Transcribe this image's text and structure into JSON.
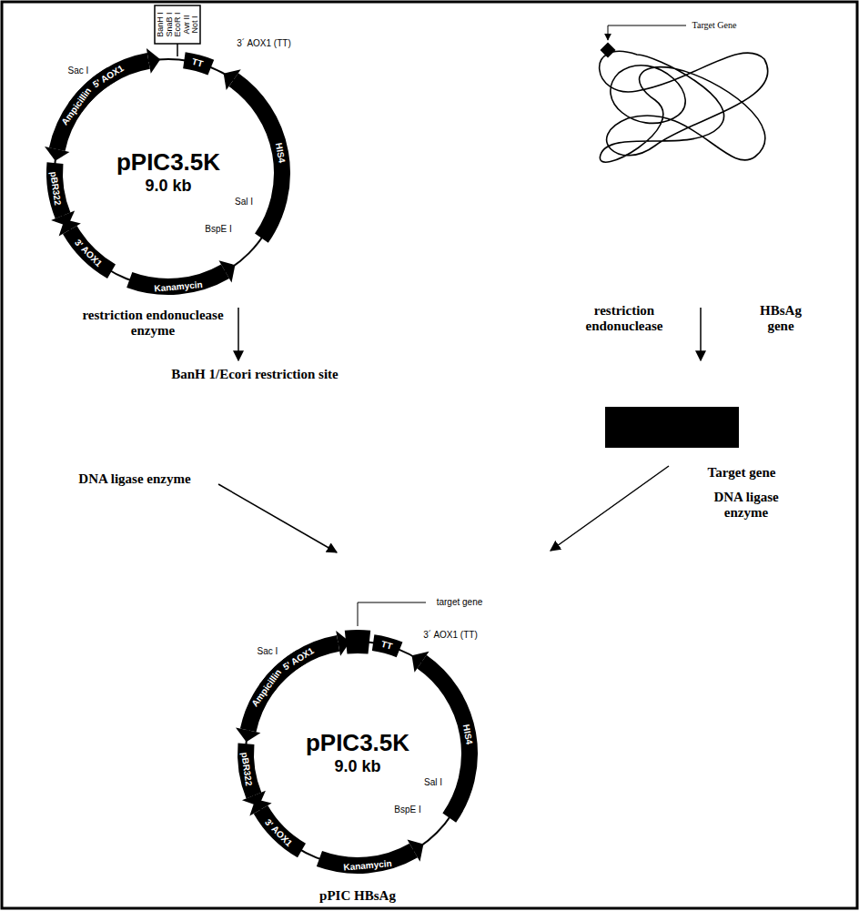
{
  "diagram": {
    "nodes": [
      {
        "text": [
          "pPIC3.5K",
          "9.0 kb"
        ]
      },
      {
        "text": [
          "pPIC3.5K",
          "9.0 kb"
        ]
      }
    ],
    "labels": [
      "Sac I",
      "5' AOX1",
      "BanH I",
      "SnaB I",
      "EcoR I",
      "Avr II",
      "Not I",
      "3´ AOX1 (TT)",
      "TT",
      "HIS4",
      "Sal I",
      "BspE I",
      "Kanamycin",
      "3' AOX1",
      "pBR322",
      "Ampicillin",
      "Target Gene",
      "restriction endonuclease enzyme",
      "BanH 1/Ecori restriction site",
      "restriction endonuclease",
      "HBsAg gene",
      "DNA ligase enzyme",
      "Target gene",
      "DNA ligase enzyme",
      "target gene",
      "Sac I",
      "5' AOX1",
      "3´ AOX1 (TT)",
      "TT",
      "HIS4",
      "Sal I",
      "BspE I",
      "Kanamycin",
      "3' AOX1",
      "pBR322",
      "Ampicillin",
      "pPIC HBsAg"
    ]
  }
}
